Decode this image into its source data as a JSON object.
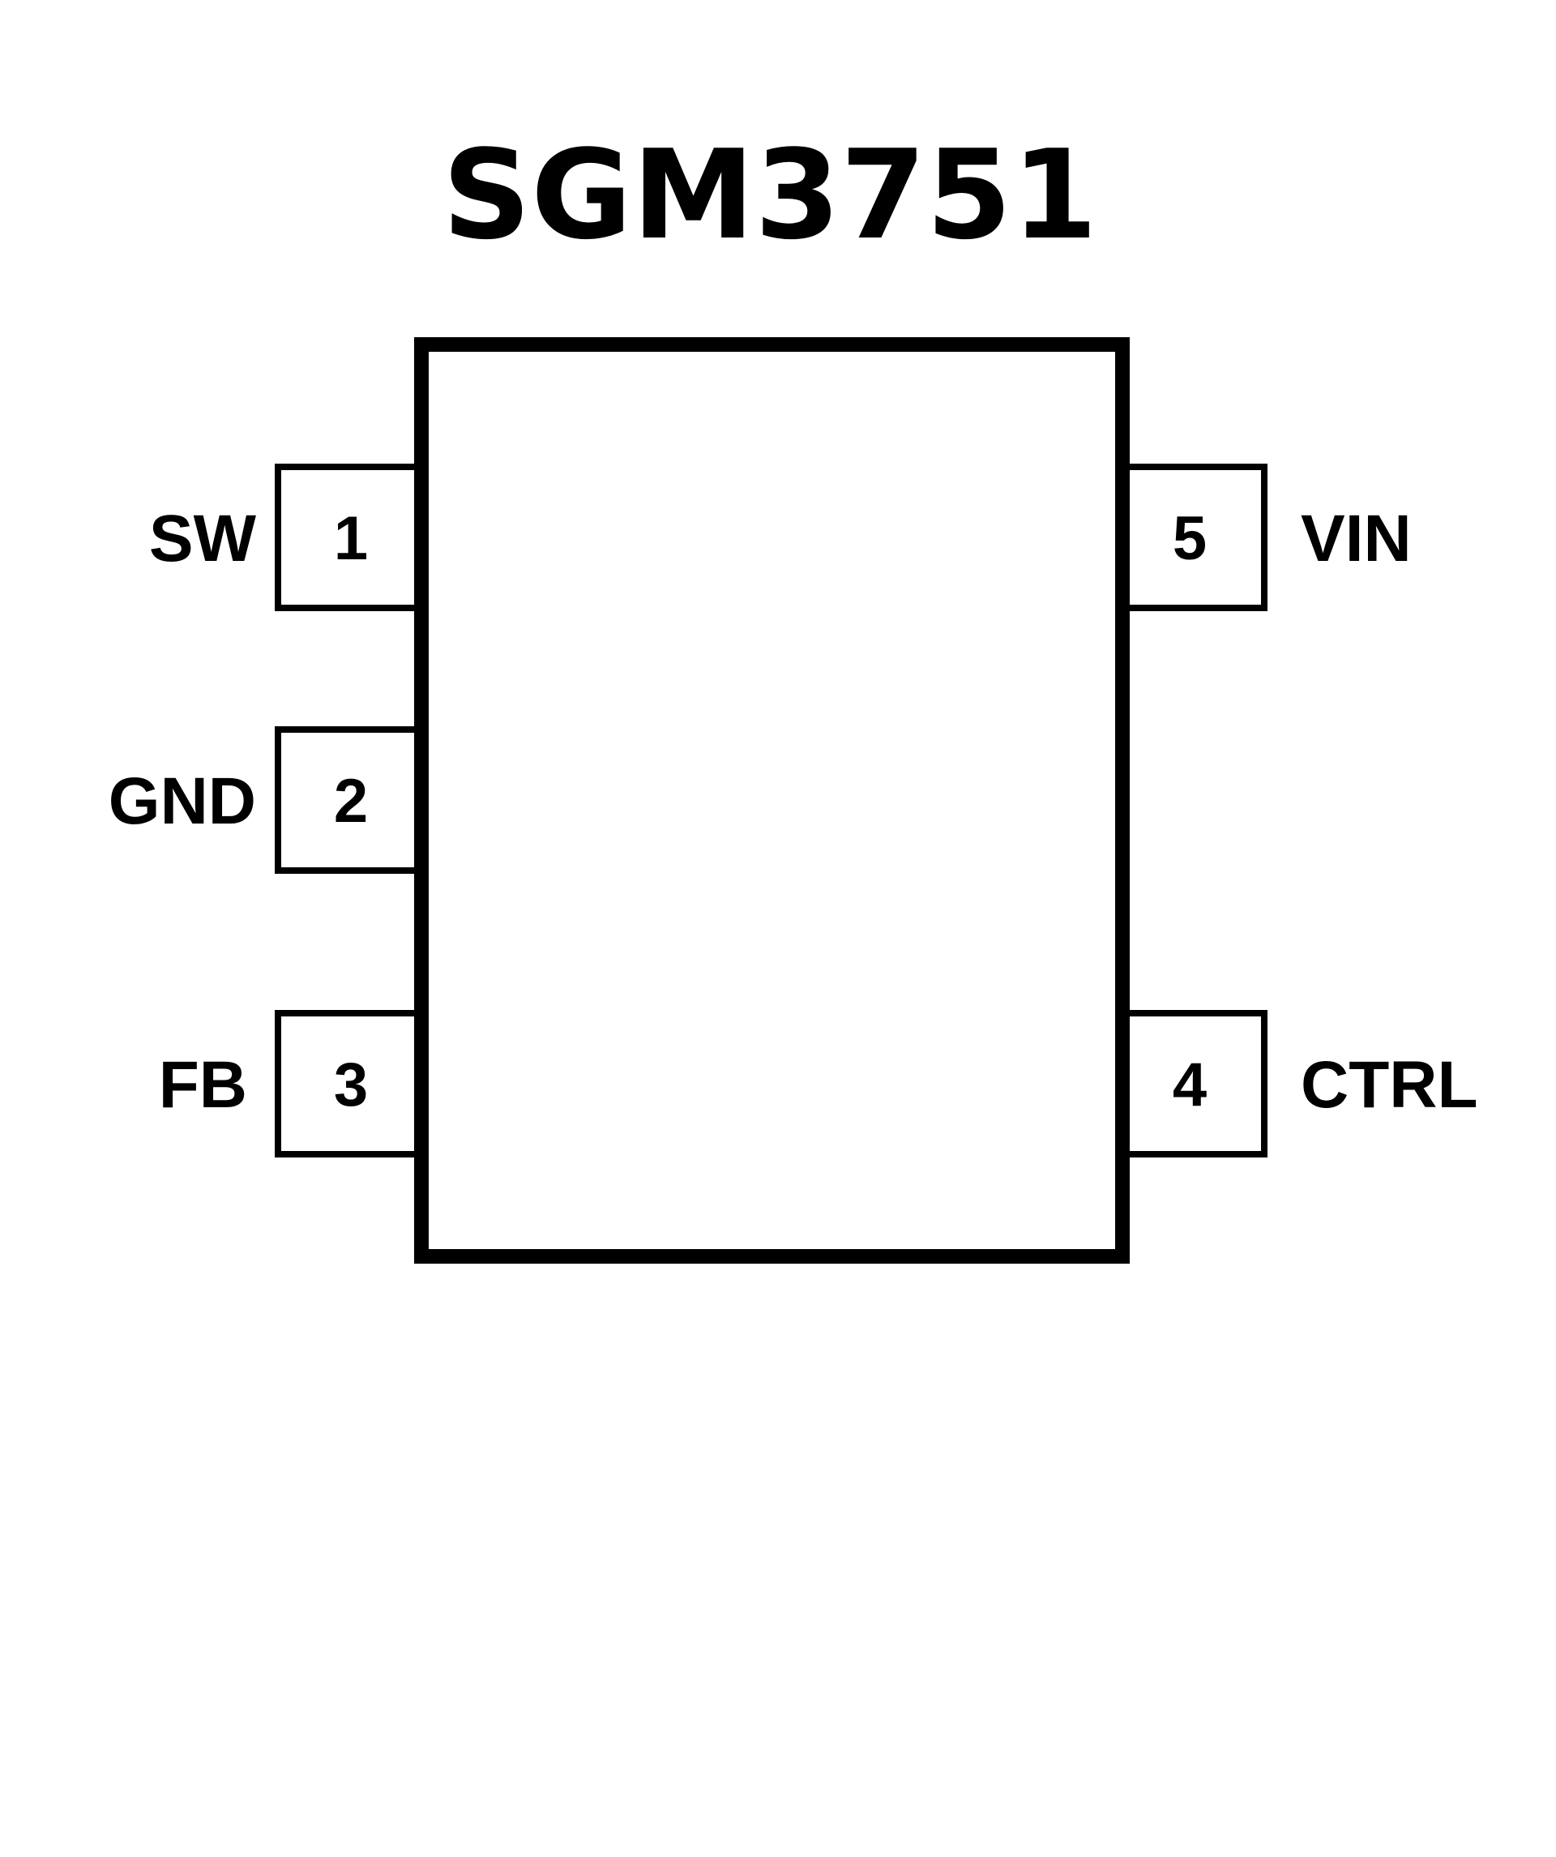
{
  "title": "SGM3751",
  "pins": [
    {
      "number": "1",
      "name": "SW",
      "side": "left"
    },
    {
      "number": "2",
      "name": "GND",
      "side": "left"
    },
    {
      "number": "3",
      "name": "FB",
      "side": "left"
    },
    {
      "number": "4",
      "name": "CTRL",
      "side": "right"
    },
    {
      "number": "5",
      "name": "VIN",
      "side": "right"
    }
  ]
}
